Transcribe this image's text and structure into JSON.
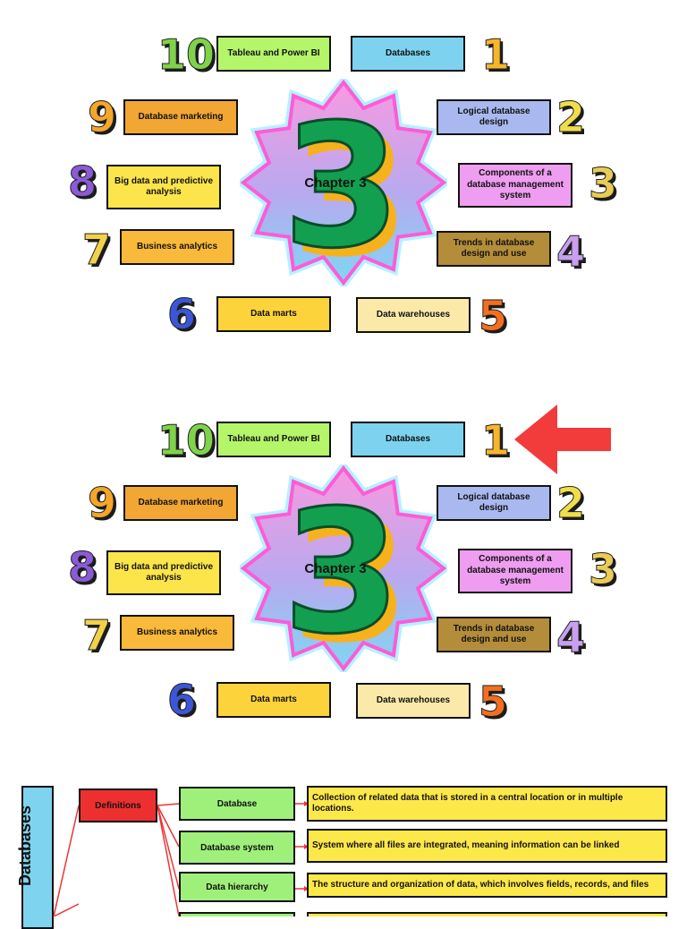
{
  "panels": [
    {
      "center_label": "Chapter 3",
      "center_numeral": "3",
      "items": [
        {
          "num": "1",
          "label": "Databases",
          "color": "#7dd3ef"
        },
        {
          "num": "2",
          "label": "Logical database design",
          "color": "#a9b9f0"
        },
        {
          "num": "3",
          "label": "Components of a database management system",
          "color": "#ee9df0"
        },
        {
          "num": "4",
          "label": "Trends in database design and use",
          "color": "#b48d3a"
        },
        {
          "num": "5",
          "label": "Data warehouses",
          "color": "#fbe9a9"
        },
        {
          "num": "6",
          "label": "Data marts",
          "color": "#fcd33a"
        },
        {
          "num": "7",
          "label": "Business analytics",
          "color": "#f9b93a"
        },
        {
          "num": "8",
          "label": "Big data and predictive analysis",
          "color": "#fce54a"
        },
        {
          "num": "9",
          "label": "Database marketing",
          "color": "#f2a634"
        },
        {
          "num": "10",
          "label": "Tableau and Power BI",
          "color": "#b5f56a"
        }
      ]
    },
    {
      "center_label": "Chapter 3",
      "center_numeral": "3",
      "items": [
        {
          "num": "1",
          "label": "Databases",
          "color": "#7dd3ef"
        },
        {
          "num": "2",
          "label": "Logical database design",
          "color": "#a9b9f0"
        },
        {
          "num": "3",
          "label": "Components of a database management system",
          "color": "#ee9df0"
        },
        {
          "num": "4",
          "label": "Trends in database design and use",
          "color": "#b48d3a"
        },
        {
          "num": "5",
          "label": "Data warehouses",
          "color": "#fbe9a9"
        },
        {
          "num": "6",
          "label": "Data marts",
          "color": "#fcd33a"
        },
        {
          "num": "7",
          "label": "Business analytics",
          "color": "#f9b93a"
        },
        {
          "num": "8",
          "label": "Big data and predictive analysis",
          "color": "#fce54a"
        },
        {
          "num": "9",
          "label": "Database marketing",
          "color": "#f2a634"
        },
        {
          "num": "10",
          "label": "Tableau and Power BI",
          "color": "#b5f56a"
        }
      ]
    }
  ],
  "number_colors": {
    "1": "#f7b52c",
    "2": "#f0dd4a",
    "3": "#e9cc55",
    "4": "#c9a0ef",
    "5": "#f36f1e",
    "6": "#3b57d8",
    "7": "#f2d14a",
    "8": "#8b5ad6",
    "9": "#f5a62a",
    "10": "#7fd34a"
  },
  "arrow_color": "#f23b3b",
  "mindmap": {
    "side_label": "Databases",
    "definitions_label": "Definitions",
    "rows": [
      {
        "term": "Database",
        "definition": "Collection of related data that is stored in a central location or in multiple locations."
      },
      {
        "term": "Database system",
        "definition": "System where all files are integrated, meaning information can be linked"
      },
      {
        "term": "Data hierarchy",
        "definition": "The structure and organization of data, which involves fields, records, and files"
      }
    ]
  }
}
